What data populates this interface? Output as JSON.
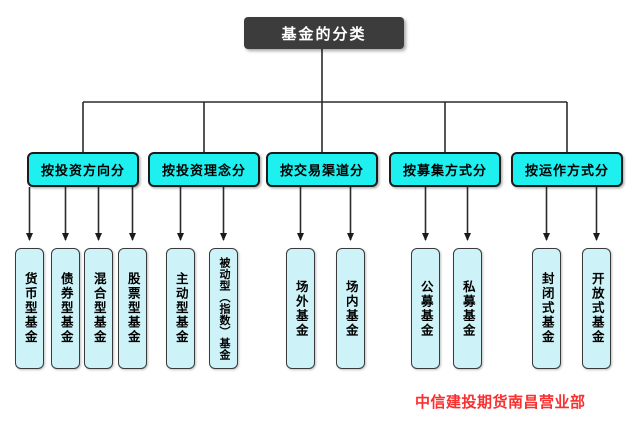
{
  "diagram": {
    "root": {
      "label": "基金的分类"
    },
    "categories": [
      {
        "label": "按投资方向分",
        "children": [
          "货币型基金",
          "债券型基金",
          "混合型基金",
          "股票型基金"
        ]
      },
      {
        "label": "按投资理念分",
        "children": [
          "主动型基金",
          "被动型（指数）基金"
        ]
      },
      {
        "label": "按交易渠道分",
        "children": [
          "场外基金",
          "场内基金"
        ]
      },
      {
        "label": "按募集方式分",
        "children": [
          "公募基金",
          "私募基金"
        ]
      },
      {
        "label": "按运作方式分",
        "children": [
          "封闭式基金",
          "开放式基金"
        ]
      }
    ],
    "colors": {
      "root_fill": "#3c3c3c",
      "root_text": "#ffffff",
      "category_fill": "#1ef0f0",
      "leaf_fill": "#cdf3f8",
      "line": "#2b2b2b",
      "footer_text": "#f93030"
    }
  },
  "footer": {
    "text": "中信建投期货南昌营业部"
  }
}
